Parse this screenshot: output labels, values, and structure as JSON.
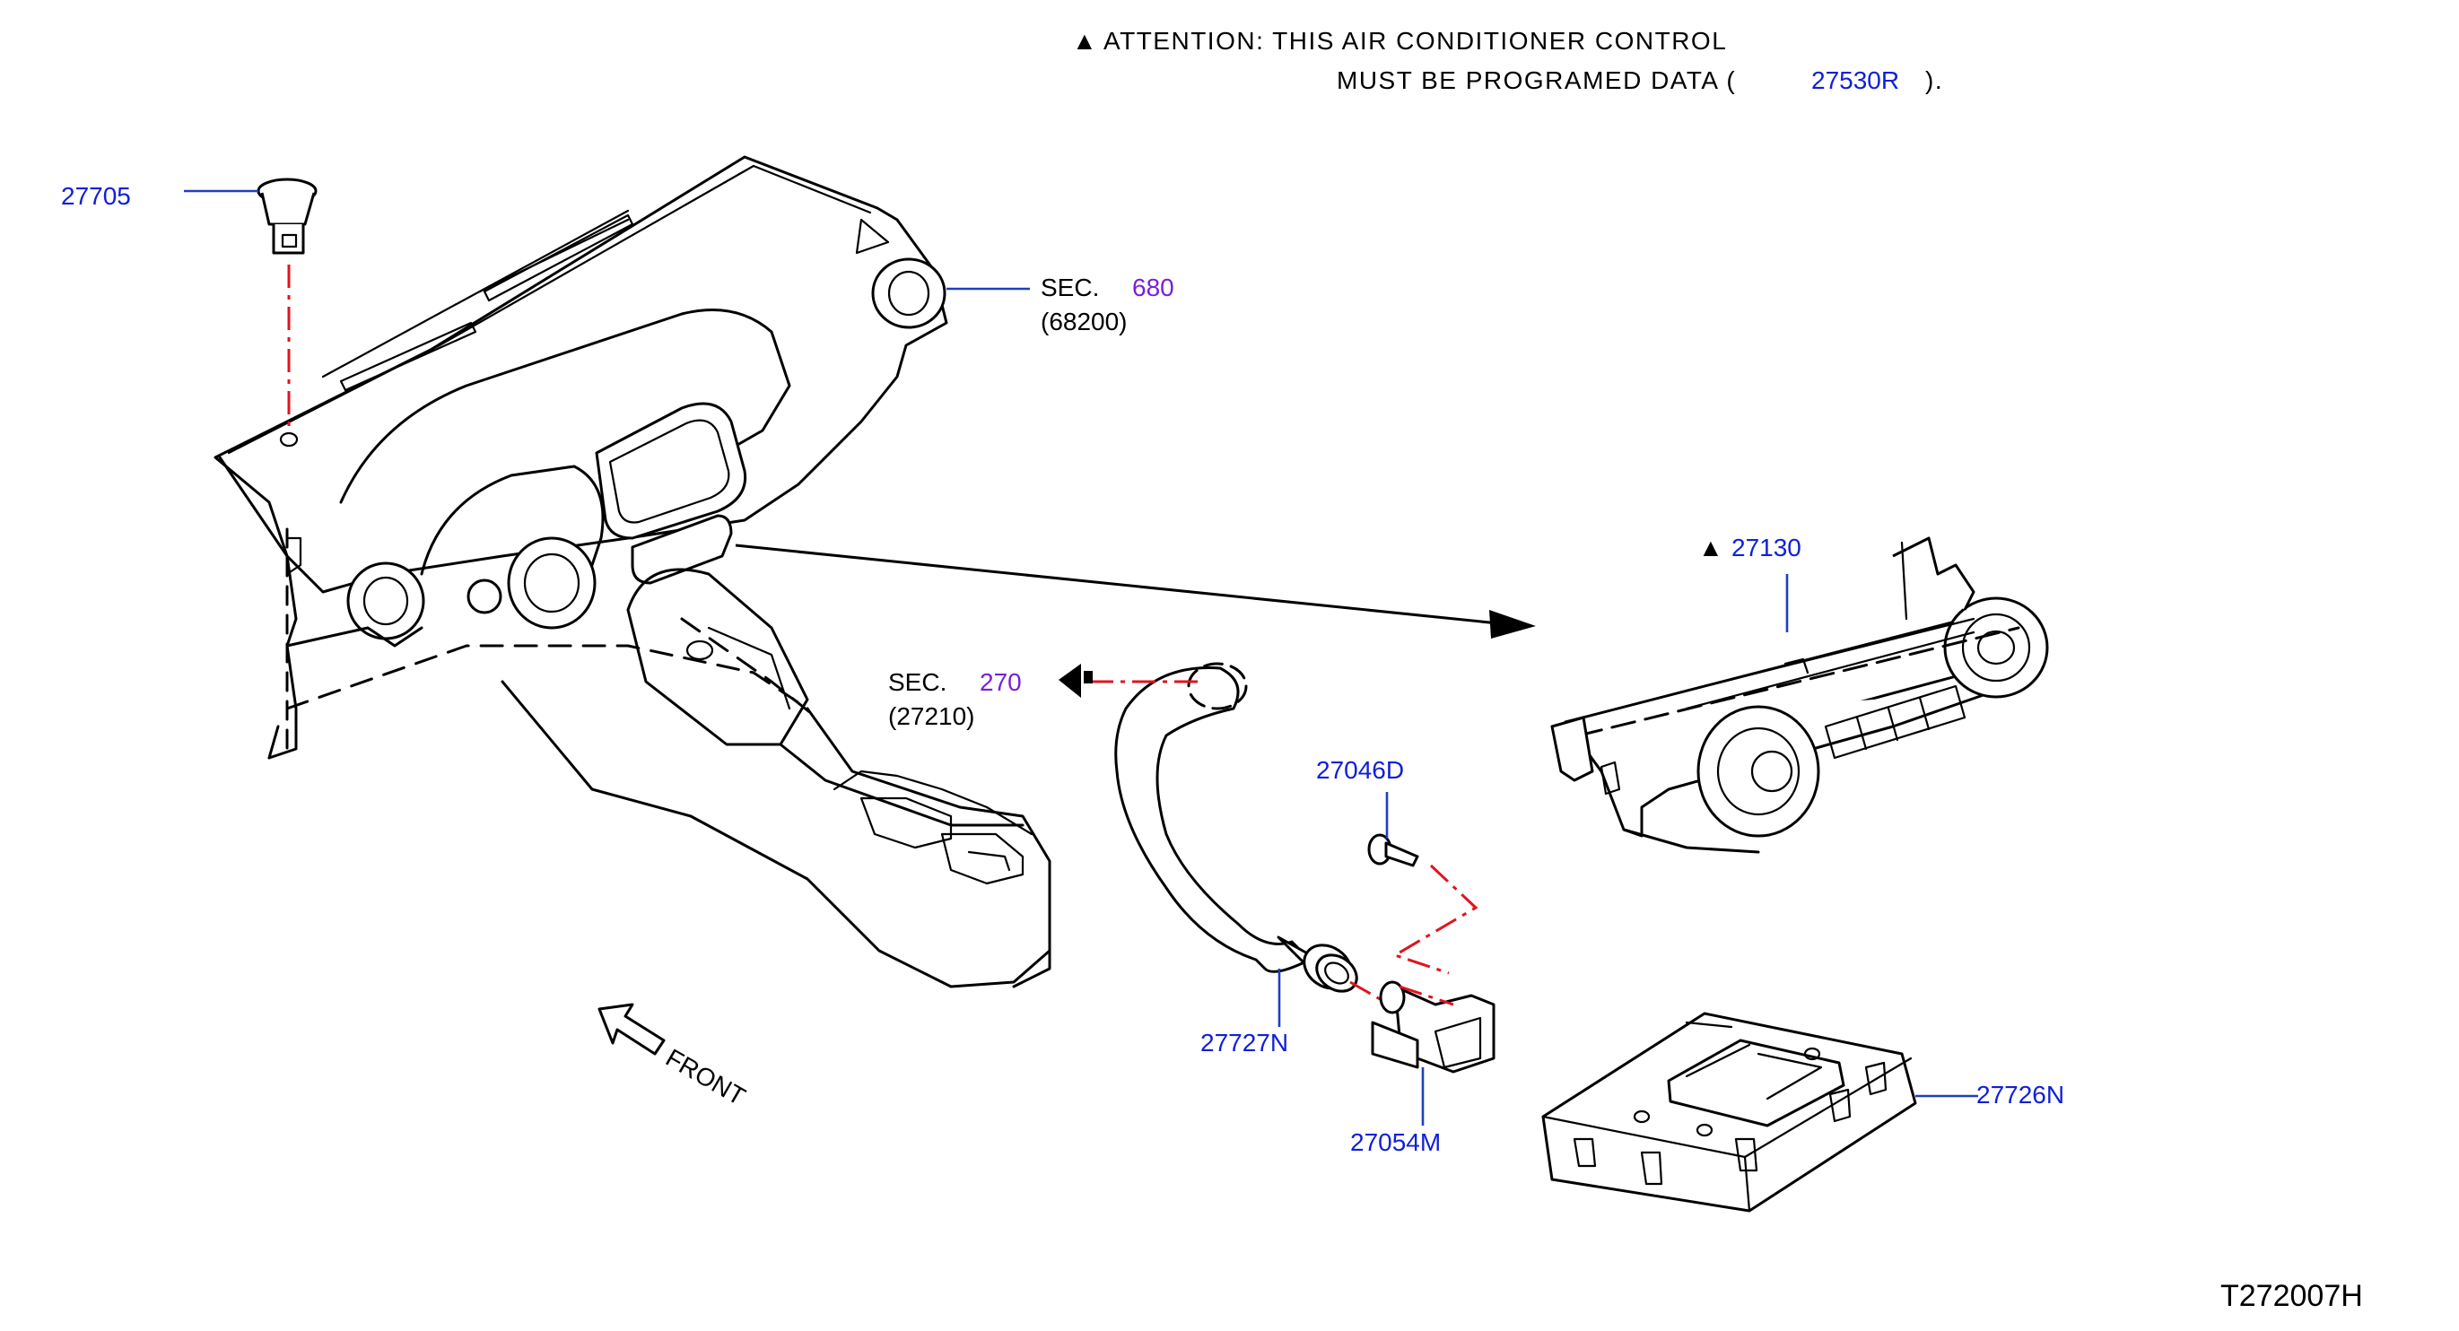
{
  "header": {
    "attention_symbol": "▲",
    "attention_line1": "ATTENTION:  THIS  AIR  CONDITIONER  CONTROL",
    "attention_line2_prefix": "MUST  BE  PROGRAMED  DATA  (",
    "attention_line2_part": "27530R",
    "attention_line2_suffix": ")."
  },
  "sec_refs": [
    {
      "prefix": "SEC.",
      "number": "680",
      "sub": "(68200)"
    },
    {
      "prefix": "SEC.",
      "number": "270",
      "sub": "(27210)"
    }
  ],
  "parts": {
    "p27705": "27705",
    "p27130": "27130",
    "p27130_symbol": "▲",
    "p27046D": "27046D",
    "p27727N": "27727N",
    "p27054M": "27054M",
    "p27726N": "27726N"
  },
  "front_label": "FRONT",
  "diagram_code": "T272007H",
  "colors": {
    "part_number": "#1020d8",
    "section_number": "#7a1fd6",
    "leader": "#1f3fbf",
    "assembly_line": "#e0141e"
  }
}
